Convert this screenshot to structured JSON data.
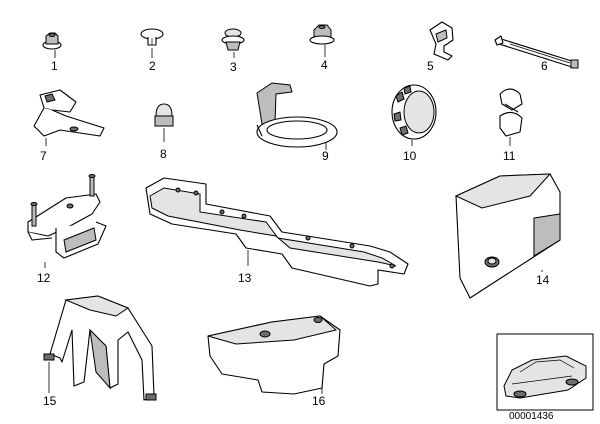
{
  "parts": [
    {
      "number": "1",
      "icon": "flange-nut-icon"
    },
    {
      "number": "2",
      "icon": "expanding-rivet-icon"
    },
    {
      "number": "3",
      "icon": "plug-icon"
    },
    {
      "number": "4",
      "icon": "hex-nut-icon"
    },
    {
      "number": "5",
      "icon": "clip-icon"
    },
    {
      "number": "6",
      "icon": "cable-tie-icon"
    },
    {
      "number": "7",
      "icon": "bracket-clip-icon"
    },
    {
      "number": "8",
      "icon": "cap-nut-icon"
    },
    {
      "number": "9",
      "icon": "holder-bracket-icon"
    },
    {
      "number": "10",
      "icon": "grommet-ring-icon"
    },
    {
      "number": "11",
      "icon": "hose-clamp-icon"
    },
    {
      "number": "12",
      "icon": "mounting-bracket-icon"
    },
    {
      "number": "13",
      "icon": "support-rail-icon"
    },
    {
      "number": "14",
      "icon": "cover-icon"
    },
    {
      "number": "15",
      "icon": "u-bracket-icon"
    },
    {
      "number": "16",
      "icon": "trim-panel-icon"
    }
  ],
  "thumbnail": {
    "icon": "car-icon",
    "code": "00001436"
  }
}
